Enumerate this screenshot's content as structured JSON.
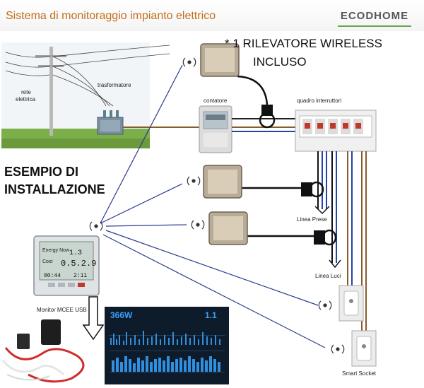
{
  "header": {
    "title": "Sistema di monitoraggio impianto elettrico",
    "logo": "ECODHOME"
  },
  "notes": {
    "wireless_line1": "* 1 RILEVATORE WIRELESS",
    "wireless_line2": "INCLUSO",
    "example_line1": "ESEMPIO DI",
    "example_line2": "INSTALLAZIONE"
  },
  "labels": {
    "rete": "rete",
    "elettrica": "elettrica",
    "trasformatore": "trasformatore",
    "contatore": "contatore",
    "quadro": "quadro interruttori",
    "linea_prese": "Linea Prese",
    "linea_luci": "Linea Luci",
    "monitor": "Monitor MCEE USB",
    "smart_socket": "Smart Socket"
  },
  "monitor_display": {
    "energy_now": "Energy Now",
    "reading1": "1.3",
    "cost": "Cost",
    "reading2": "0.5.2.9",
    "reading3": "00:44",
    "reading4": "2:11"
  },
  "dashboard": {
    "value_left": "366W",
    "value_right": "1.1"
  },
  "colors": {
    "title": "#c46d1c",
    "wireless_line": "#2b3a8f",
    "brown_wire": "#8a5a2b",
    "blue_wire": "#2244aa",
    "dashboard_bg": "#0d1b2a",
    "dashboard_bars": "#2f8fe0"
  }
}
